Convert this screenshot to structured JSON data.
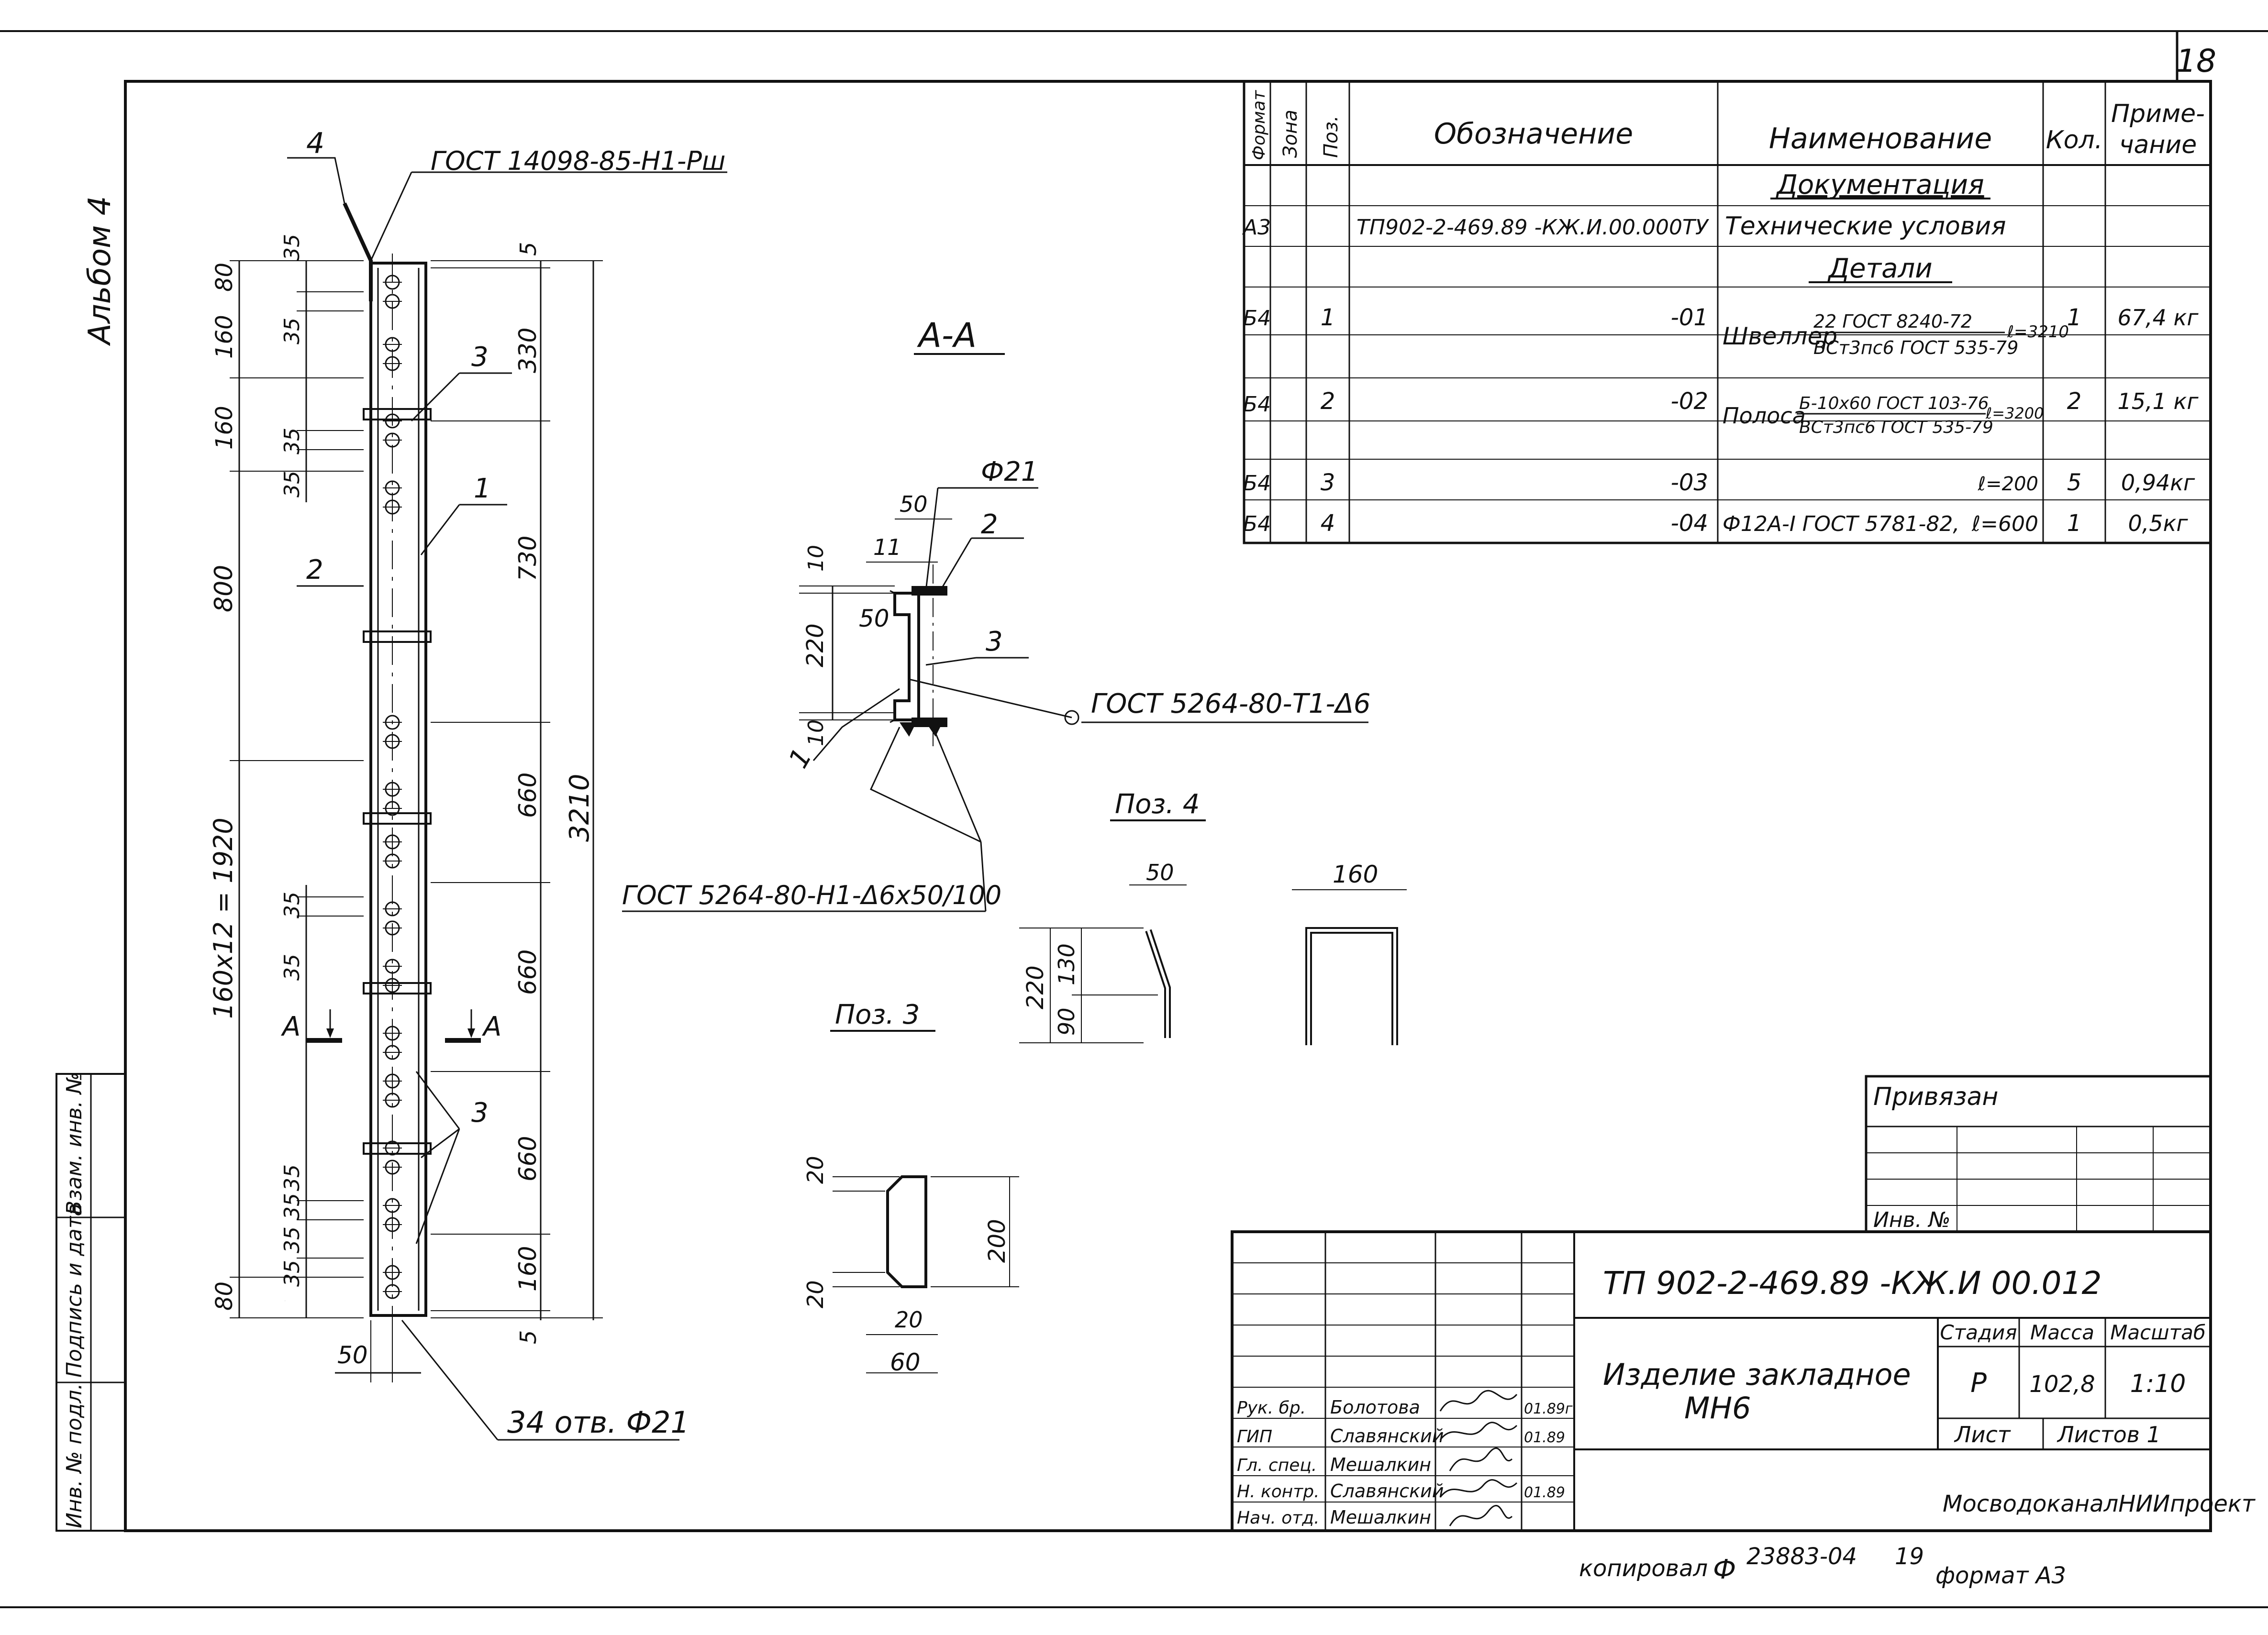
{
  "sheet": {
    "number": "18",
    "album": "Альбом 4"
  },
  "spec_table": {
    "headers": {
      "format": "Формат",
      "zone": "Зона",
      "pos": "Поз.",
      "designation": "Обозначение",
      "name": "Наименование",
      "qty": "Кол.",
      "note_1": "Приме-",
      "note_2": "чание"
    },
    "section_documents": "Документация",
    "doc_row": {
      "format": "А3",
      "designation": "ТП902-2-469.89 -КЖ.И.00.000ТУ",
      "name": "Технические условия"
    },
    "section_details": "Детали",
    "rows": [
      {
        "format": "Б4",
        "pos": "1",
        "designation": "-01",
        "name_main": "Швеллер",
        "name_top": "22 ГОСТ 8240-72",
        "name_bottom": "ВСт3пс6 ГОСТ 535-79",
        "length": "ℓ=3210",
        "qty": "1",
        "note": "67,4 кг"
      },
      {
        "format": "Б4",
        "pos": "2",
        "designation": "-02",
        "name_main": "Полоса",
        "name_top": "Б-10х60 ГОСТ 103-76",
        "name_bottom": "ВСт3пс6 ГОСТ 535-79",
        "length": "ℓ=3200",
        "qty": "2",
        "note": "15,1 кг"
      },
      {
        "format": "Б4",
        "pos": "3",
        "designation": "-03",
        "name_main": "",
        "name_top": "",
        "name_bottom": "",
        "length": "ℓ=200",
        "qty": "5",
        "note": "0,94кг"
      },
      {
        "format": "Б4",
        "pos": "4",
        "designation": "-04",
        "name_main": "Ф12А-I ГОСТ 5781-82,",
        "name_top": "",
        "name_bottom": "",
        "length": "ℓ=600",
        "qty": "1",
        "note": "0,5кг"
      }
    ]
  },
  "drawing": {
    "main_view": {
      "callout_top_num": "4",
      "callout_top_gost": "ГОСТ 14098-85-Н1-Рш",
      "callout_1": "1",
      "callout_2": "2",
      "callout_3a": "3",
      "callout_3b": "3",
      "holes": "34 отв. Ф21",
      "left_dims": [
        "35",
        "80",
        "160",
        "35",
        "160",
        "35",
        "35",
        "800",
        "160х12 = 1920",
        "35",
        "35",
        "35",
        "35",
        "35",
        "35",
        "80"
      ],
      "right_dims": [
        "5",
        "330",
        "730",
        "660",
        "660",
        "660",
        "160",
        "5"
      ],
      "overall": "3210",
      "bottom_dim": "50",
      "section_mark": "А"
    },
    "section_aa": {
      "title": "А-А",
      "d21": "Ф21",
      "w50": "50",
      "w11": "11",
      "c2": "2",
      "c3": "3",
      "c1": "1",
      "h10a": "10",
      "h220": "220",
      "h10b": "10",
      "s50": "50",
      "weld_t": "ГОСТ 5264-80-Т1-Δ6",
      "weld_h": "ГОСТ 5264-80-Н1-Δ6х50/100"
    },
    "pos4": {
      "title": "Поз. 4",
      "d50": "50",
      "d160": "160",
      "d220": "220",
      "d130": "130",
      "d90": "90"
    },
    "pos3": {
      "title": "Поз. 3",
      "d20a": "20",
      "d20b": "20",
      "d200": "200",
      "d20c": "20",
      "d60": "60"
    }
  },
  "stamp": {
    "linked": "Привязан",
    "inv": "Инв. №",
    "code": "ТП 902-2-469.89 -КЖ.И 00.012",
    "title_1": "Изделие закладное",
    "title_2": "МН6",
    "stage_label": "Стадия",
    "mass_label": "Масса",
    "scale_label": "Масштаб",
    "stage": "Р",
    "mass": "102,8",
    "scale": "1:10",
    "sheet_label": "Лист",
    "sheets_label": "Листов 1",
    "org": "МосводоканалНИИпроект",
    "people": [
      {
        "role": "Рук. бр.",
        "name": "Болотова",
        "date": "01.89г."
      },
      {
        "role": "ГИП",
        "name": "Славянский",
        "date": "01.89"
      },
      {
        "role": "Гл. спец.",
        "name": "Мешалкин",
        "date": ""
      },
      {
        "role": "Н. контр.",
        "name": "Славянский",
        "date": "01.89"
      },
      {
        "role": "Нач. отд.",
        "name": "Мешалкин",
        "date": ""
      }
    ],
    "side": {
      "inv_orig": "Инв. № подл.",
      "sign_date": "Подпись и дата",
      "replace_inv": "Взам. инв. №"
    },
    "copied": "копировал",
    "copy_num": "23883-04",
    "copy_sheet": "19",
    "format": "формат А3"
  }
}
